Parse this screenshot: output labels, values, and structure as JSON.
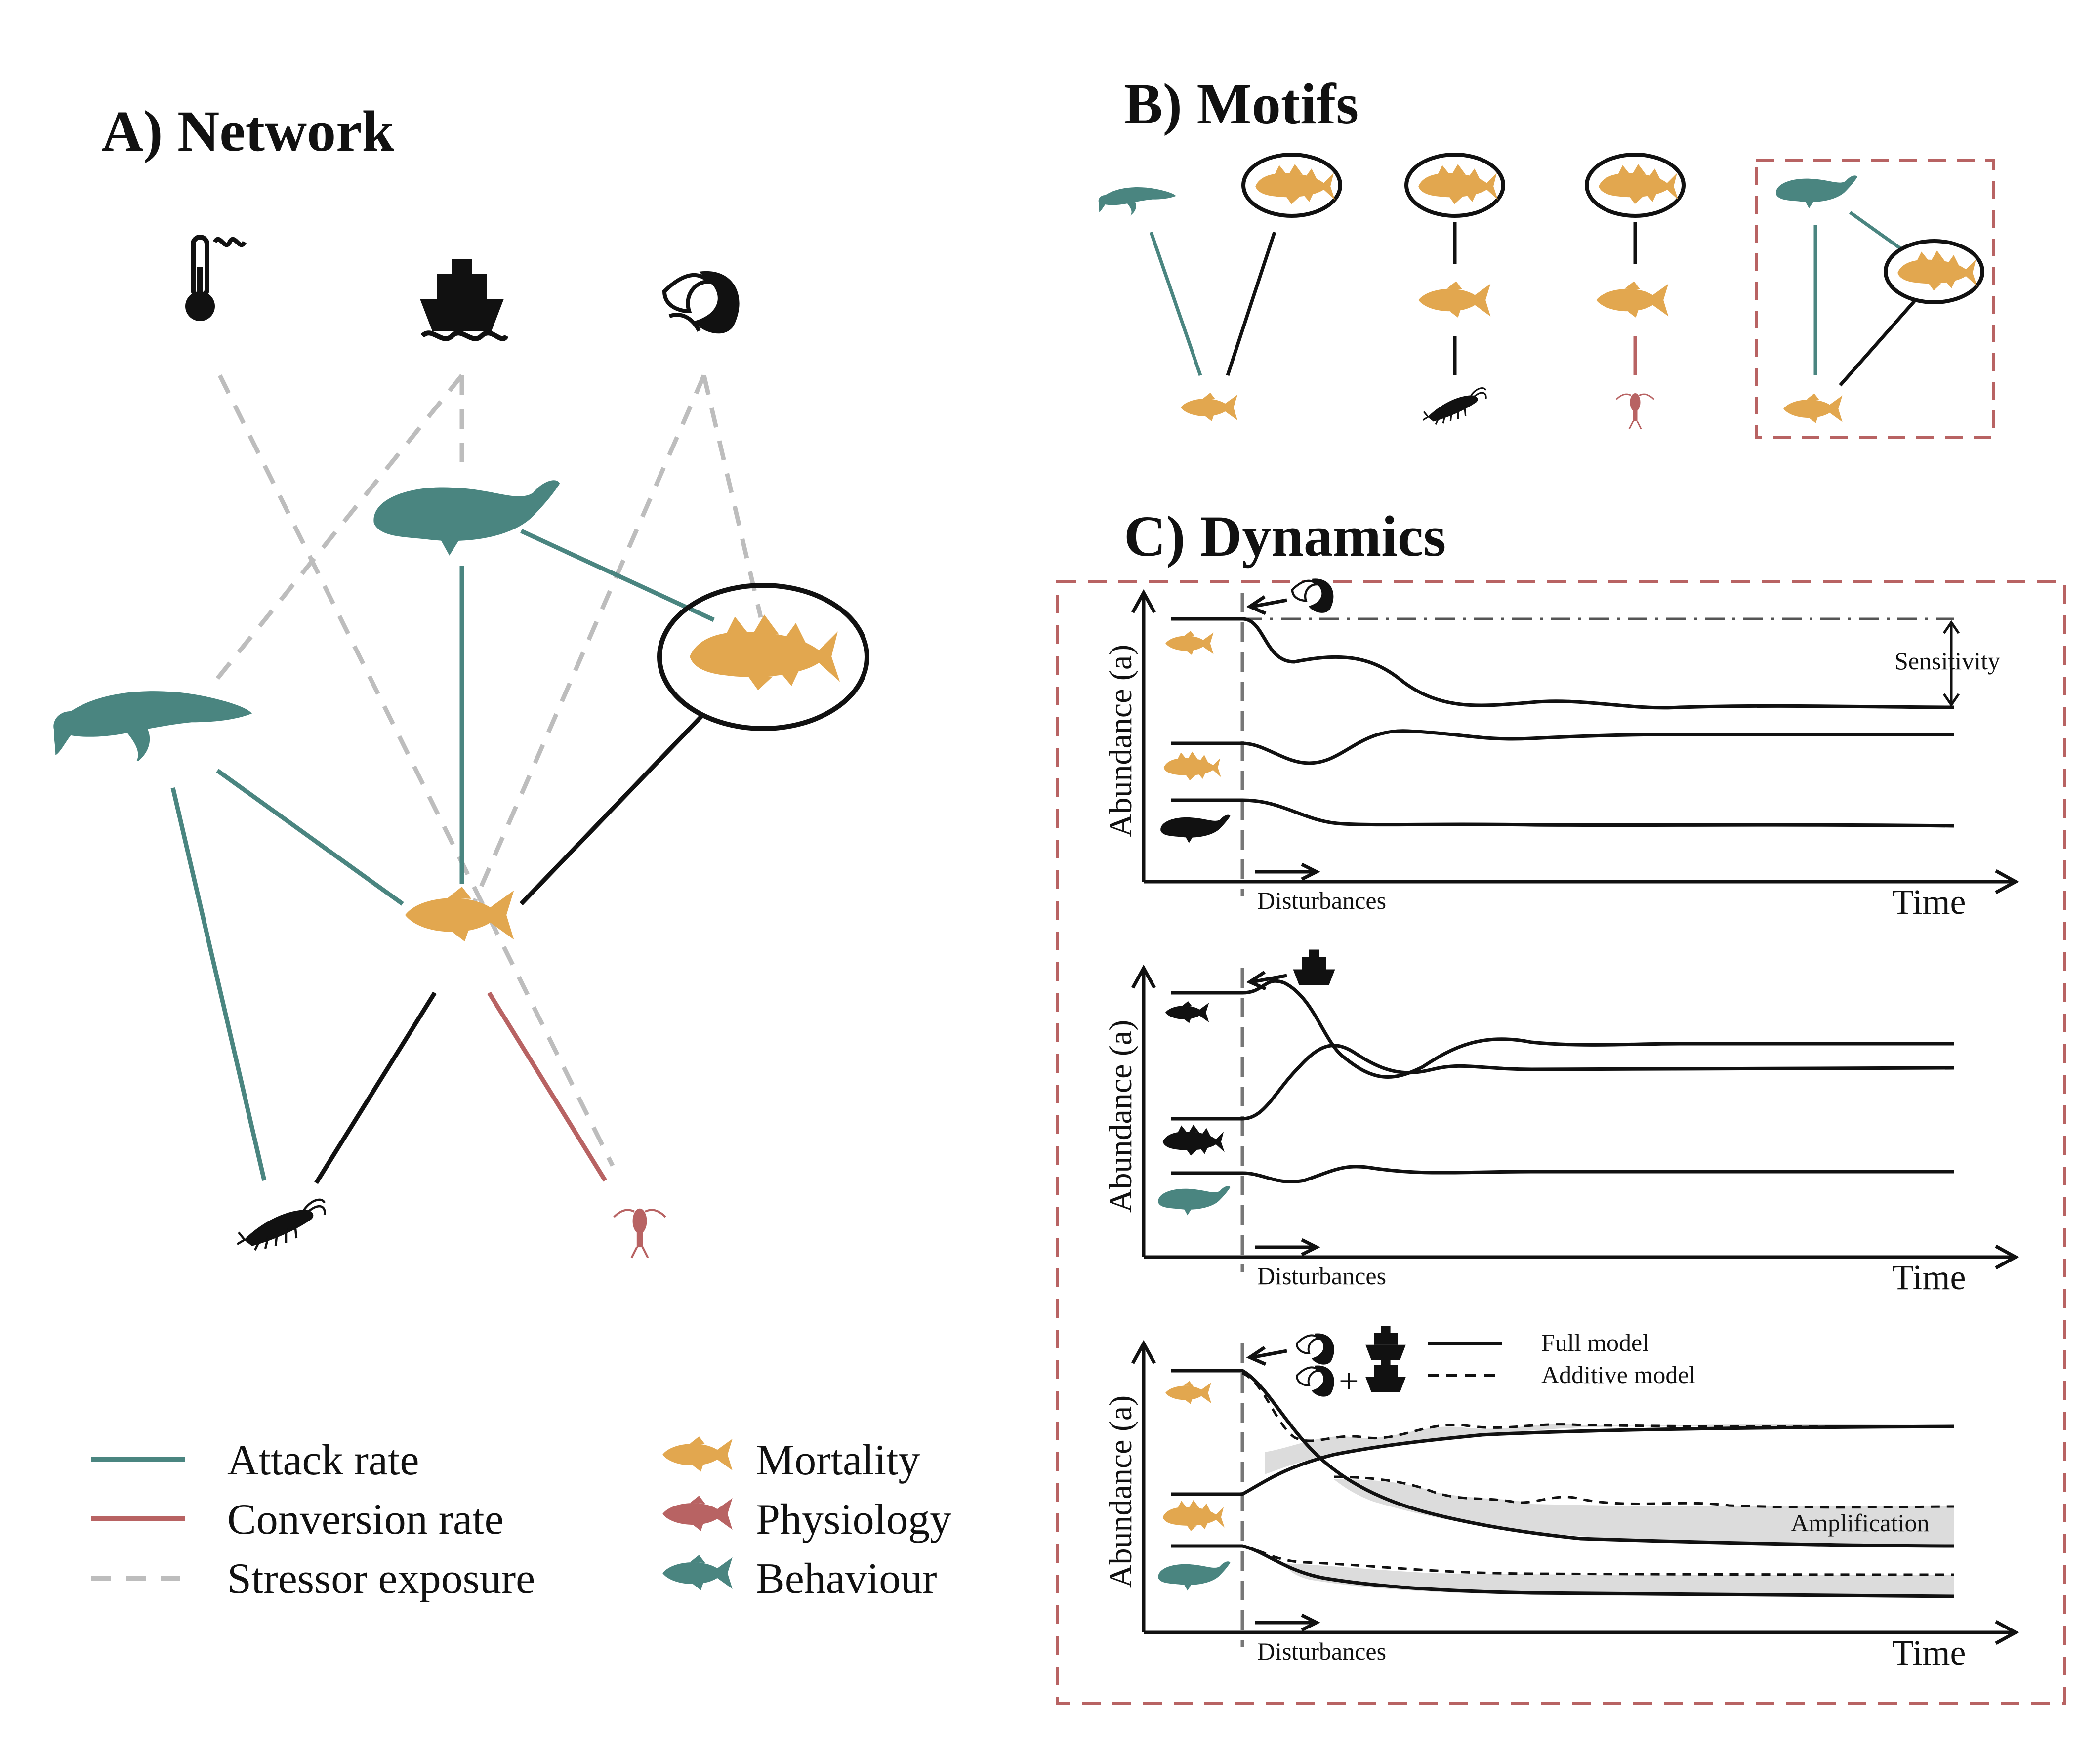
{
  "panels": {
    "network": {
      "title": "A) Network"
    },
    "motifs": {
      "title": "B) Motifs"
    },
    "dynamics": {
      "title": "C) Dynamics"
    }
  },
  "legend": {
    "links": [
      {
        "label": "Attack rate",
        "color": "#4a8580",
        "style": "solid"
      },
      {
        "label": "Conversion rate",
        "color": "#b86363",
        "style": "solid"
      },
      {
        "label": "Stressor exposure",
        "color": "#bdbdbd",
        "style": "dashed"
      }
    ],
    "effects": [
      {
        "label": "Mortality",
        "color": "#e2a74f",
        "icon": "fish-icon"
      },
      {
        "label": "Physiology",
        "color": "#b86363",
        "icon": "fish-icon"
      },
      {
        "label": "Behaviour",
        "color": "#4a8580",
        "icon": "fish-icon"
      }
    ]
  },
  "colors": {
    "teal": "#4a8580",
    "gold": "#e2a74f",
    "red": "#b86363",
    "grey": "#bdbdbd",
    "dark": "#111111",
    "box": "#b86363"
  },
  "stressor_icons": [
    "thermometer-icon",
    "ship-icon",
    "fishing-net-icon"
  ],
  "species_icons": [
    "right-whale-icon",
    "humpback-whale-icon",
    "cod-icon",
    "capelin-icon",
    "krill-icon",
    "copepod-icon"
  ],
  "dynamics": {
    "plots": [
      {
        "ylabel": "Abundance (a)",
        "xlabel": "Time",
        "disturbance_label": "Disturbances",
        "annotation": "Sensitivity"
      },
      {
        "ylabel": "Abundance (a)",
        "xlabel": "Time",
        "disturbance_label": "Disturbances"
      },
      {
        "ylabel": "Abundance (a)",
        "xlabel": "Time",
        "disturbance_label": "Disturbances",
        "annotation": "Amplification",
        "plus_sign": "+",
        "model_legend": [
          {
            "label": "Full model",
            "style": "solid"
          },
          {
            "label": "Additive model",
            "style": "dashed"
          }
        ]
      }
    ]
  }
}
